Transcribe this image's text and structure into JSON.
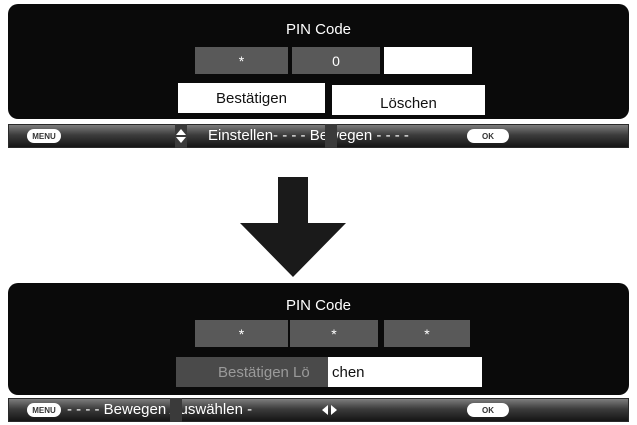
{
  "top": {
    "title": "PIN Code",
    "digits": [
      "*",
      "0",
      ""
    ],
    "confirm_label": "Bestätigen",
    "delete_label": "Löschen",
    "hint": {
      "menu_label": "MENU",
      "text": "Einstellen- - - - Bewegen - - - -",
      "ok_label": "OK"
    }
  },
  "bottom": {
    "title": "PIN Code",
    "digits": [
      "*",
      "*",
      "*"
    ],
    "confirm_label": "Bestätigen Lö",
    "delete_label": "chen",
    "hint": {
      "menu_label": "MENU",
      "text": "- - - - Bewegen Auswählen -",
      "ok_label": "OK"
    }
  },
  "icons": {
    "transition_arrow": "arrow-down-icon",
    "up_down": "up-down-arrows-icon",
    "left_right": "left-right-arrows-icon"
  }
}
